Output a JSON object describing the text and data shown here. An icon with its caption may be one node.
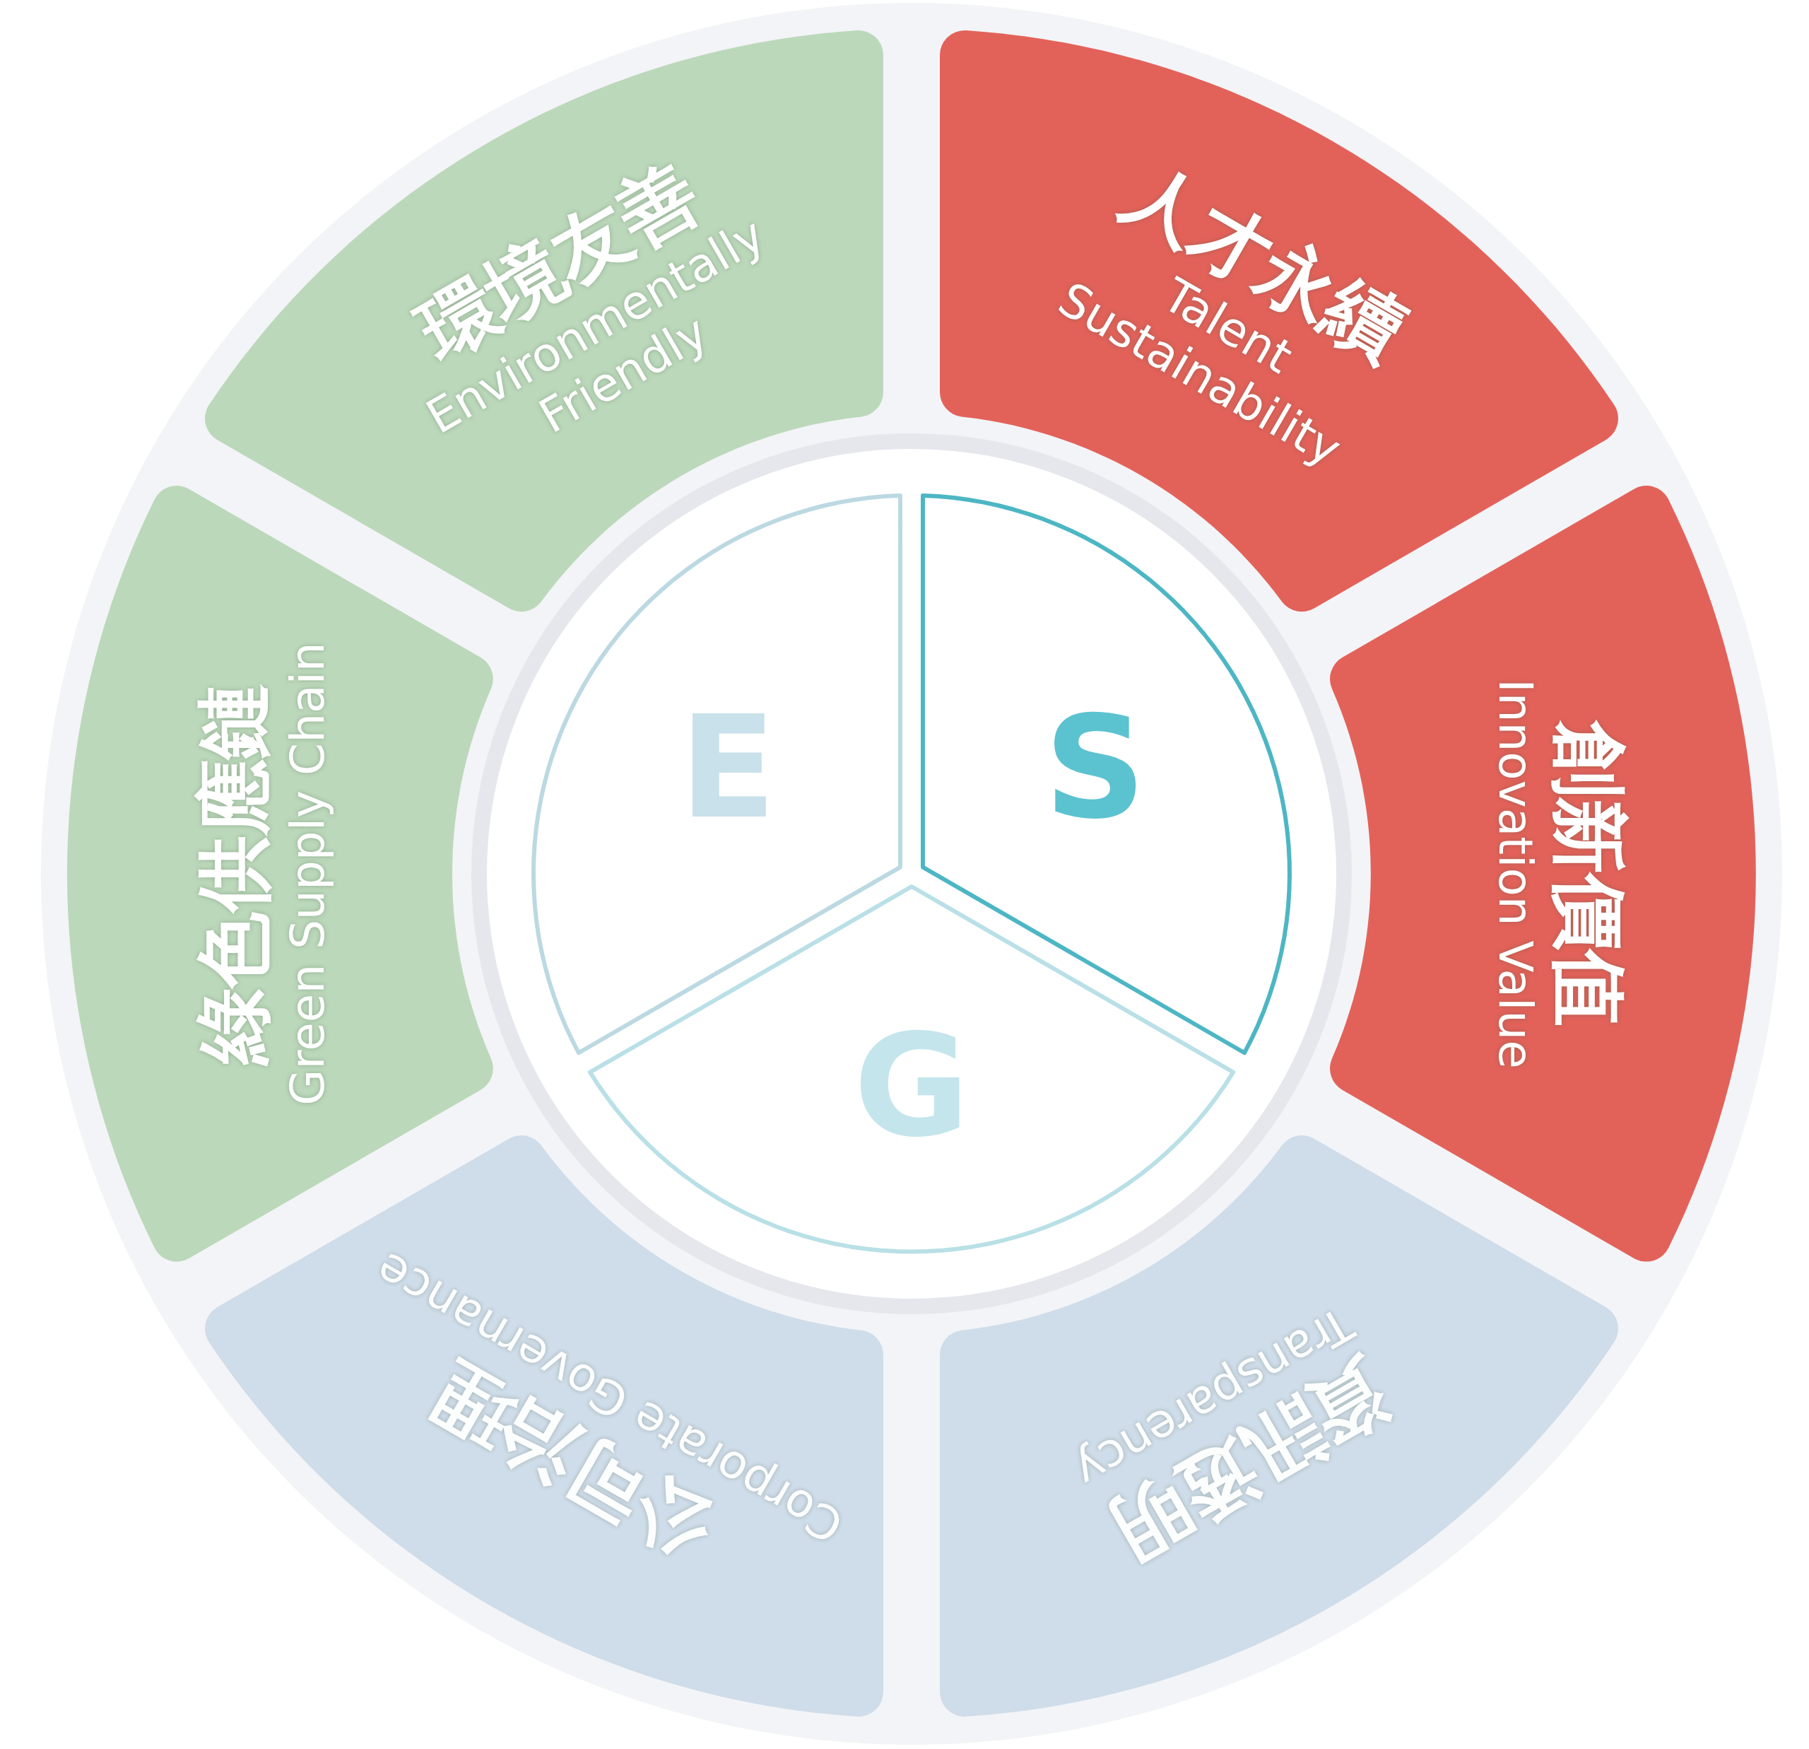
{
  "diagram": {
    "nodes": [
      {
        "text": [
          "環境友善",
          "Environmentally Friendly"
        ]
      },
      {
        "text": [
          "人才永續",
          "Talent Sustainability"
        ]
      },
      {
        "text": [
          "綠色供應鏈",
          "Green Supply Chain"
        ]
      },
      {
        "text": [
          "創新價值",
          "Innovation Value"
        ]
      },
      {
        "text": [
          "E"
        ]
      },
      {
        "text": [
          "S"
        ]
      },
      {
        "text": [
          "G"
        ]
      },
      {
        "text": [
          "公司治理",
          "Corporate Governance"
        ]
      },
      {
        "text": [
          "資訊透明",
          "Transparency"
        ]
      }
    ],
    "edges": []
  }
}
